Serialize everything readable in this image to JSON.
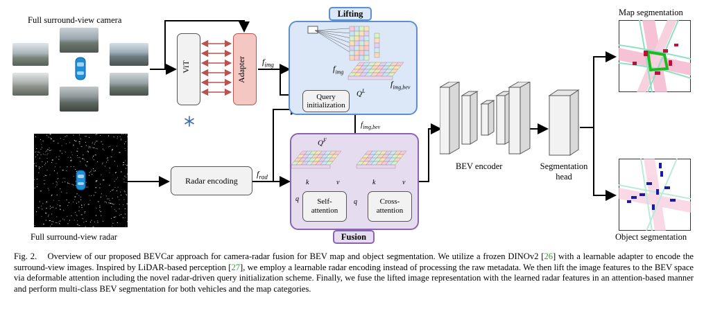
{
  "inputs": {
    "camera_title": "Full surround-view camera",
    "radar_title": "Full surround-view radar"
  },
  "backbone": {
    "vit_label": "ViT",
    "snowflake_icon": "snowflake-icon",
    "adapter_label": "Adapter"
  },
  "math_labels": {
    "f_img": "f",
    "f_img_sub": "img",
    "f_rad": "f",
    "f_rad_sub": "rad",
    "f_img_bev": "f",
    "f_img_bev_sub": "img,bev",
    "q_l": "Q",
    "q_l_sup": "L",
    "q_f": "Q",
    "q_f_sup": "F",
    "k": "k",
    "v": "v",
    "q": "q"
  },
  "lifting": {
    "title": "Lifting",
    "query_init_line1": "Query",
    "query_init_line2": "initialization"
  },
  "fusion": {
    "title": "Fusion",
    "self_attention_line1": "Self-",
    "self_attention_line2": "attention",
    "cross_attention_line1": "Cross-",
    "cross_attention_line2": "attention"
  },
  "radar_encoding_label": "Radar encoding",
  "bev_encoder_label": "BEV encoder",
  "seg_head_line1": "Segmentation",
  "seg_head_line2": "head",
  "outputs": {
    "map_title": "Map segmentation",
    "object_title": "Object segmentation"
  },
  "caption": {
    "fig_label": "Fig. 2.",
    "part1": "Overview of our proposed BEVCar approach for camera-radar fusion for BEV map and object segmentation. We utilize a frozen DINOv2 [",
    "ref1": "26",
    "part2": "] with a learnable adapter to encode the surround-view images. Inspired by LiDAR-based perception [",
    "ref2": "27",
    "part3": "], we employ a learnable radar encoding instead of processing the raw metadata. We then lift the image features to the BEV space via deformable attention including the novel radar-driven query initialization scheme. Finally, we fuse the lifted image representation with the learned radar features in an attention-based manner and perform multi-class BEV segmentation for both vehicles and the map categories."
  },
  "colors": {
    "lifting_fill": "#dce8f8",
    "lifting_border": "#5b8fd0",
    "fusion_fill": "#e6dcf0",
    "fusion_border": "#8a64b0",
    "adapter_fill": "#f4c7c3",
    "adapter_border": "#b85450",
    "arrow_red": "#b85450"
  }
}
